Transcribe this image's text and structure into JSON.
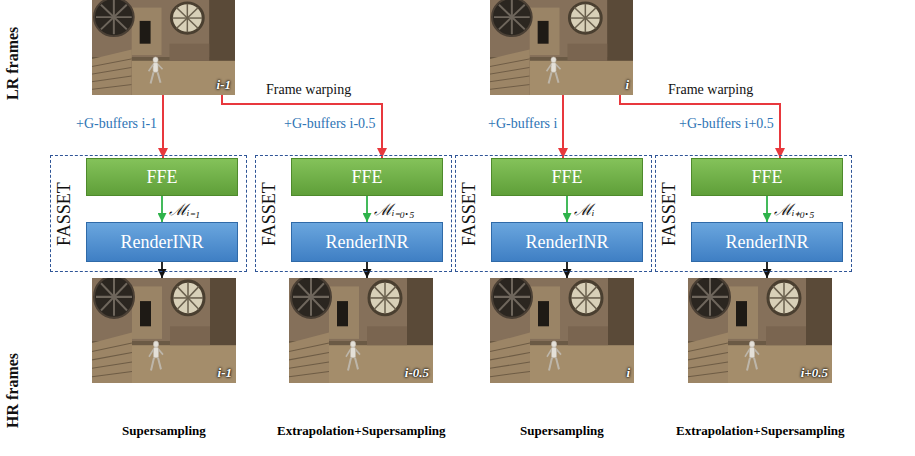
{
  "diagram": {
    "nodes": [
      {
        "text": [
          "i-1"
        ]
      },
      {
        "text": [
          "i"
        ]
      },
      {
        "text": [
          "FASSET"
        ]
      },
      {
        "text": [
          "FFE"
        ],
        "in": 2
      },
      {
        "text": [
          "RenderINR"
        ],
        "in": 2
      },
      {
        "text": [
          "FASSET"
        ]
      },
      {
        "text": [
          "FFE"
        ],
        "in": 5
      },
      {
        "text": [
          "RenderINR"
        ],
        "in": 5
      },
      {
        "text": [
          "FASSET"
        ]
      },
      {
        "text": [
          "FFE"
        ],
        "in": 8
      },
      {
        "text": [
          "RenderINR"
        ],
        "in": 8
      },
      {
        "text": [
          "FASSET"
        ]
      },
      {
        "text": [
          "FFE"
        ],
        "in": 11
      },
      {
        "text": [
          "RenderINR"
        ],
        "in": 11
      },
      {
        "text": [
          "i-1",
          "Supersampling"
        ]
      },
      {
        "text": [
          "i-0.5",
          "Extrapolation+Supersampling"
        ]
      },
      {
        "text": [
          "i",
          "Supersampling"
        ]
      },
      {
        "text": [
          "i+0.5",
          "Extrapolation+Supersampling"
        ]
      }
    ],
    "edges": [
      {
        "from": 0,
        "to": 3,
        "arrow": "to",
        "label": "+G-buffers i-1"
      },
      {
        "from": 0,
        "to": 6,
        "arrow": "to",
        "label": "+G-buffers i-0.5"
      },
      {
        "from": 1,
        "to": 9,
        "arrow": "to",
        "label": "+G-buffers i"
      },
      {
        "from": 1,
        "to": 12,
        "arrow": "to",
        "label": "+G-buffers i+0.5"
      },
      {
        "from": 3,
        "to": 4,
        "arrow": "to",
        "label": "ℳᵢ₋₁"
      },
      {
        "from": 6,
        "to": 7,
        "arrow": "to",
        "label": "ℳᵢ₋₀.₅"
      },
      {
        "from": 9,
        "to": 10,
        "arrow": "to",
        "label": "ℳᵢ"
      },
      {
        "from": 12,
        "to": 13,
        "arrow": "to",
        "label": "ℳᵢ₊₀.₅"
      },
      {
        "from": 4,
        "to": 14,
        "arrow": "to"
      },
      {
        "from": 7,
        "to": 15,
        "arrow": "to"
      },
      {
        "from": 10,
        "to": 16,
        "arrow": "to"
      },
      {
        "from": 13,
        "to": 17,
        "arrow": "to"
      }
    ],
    "labels": [
      "LR frames",
      "Frame warping",
      "Frame warping",
      "HR frames"
    ]
  }
}
